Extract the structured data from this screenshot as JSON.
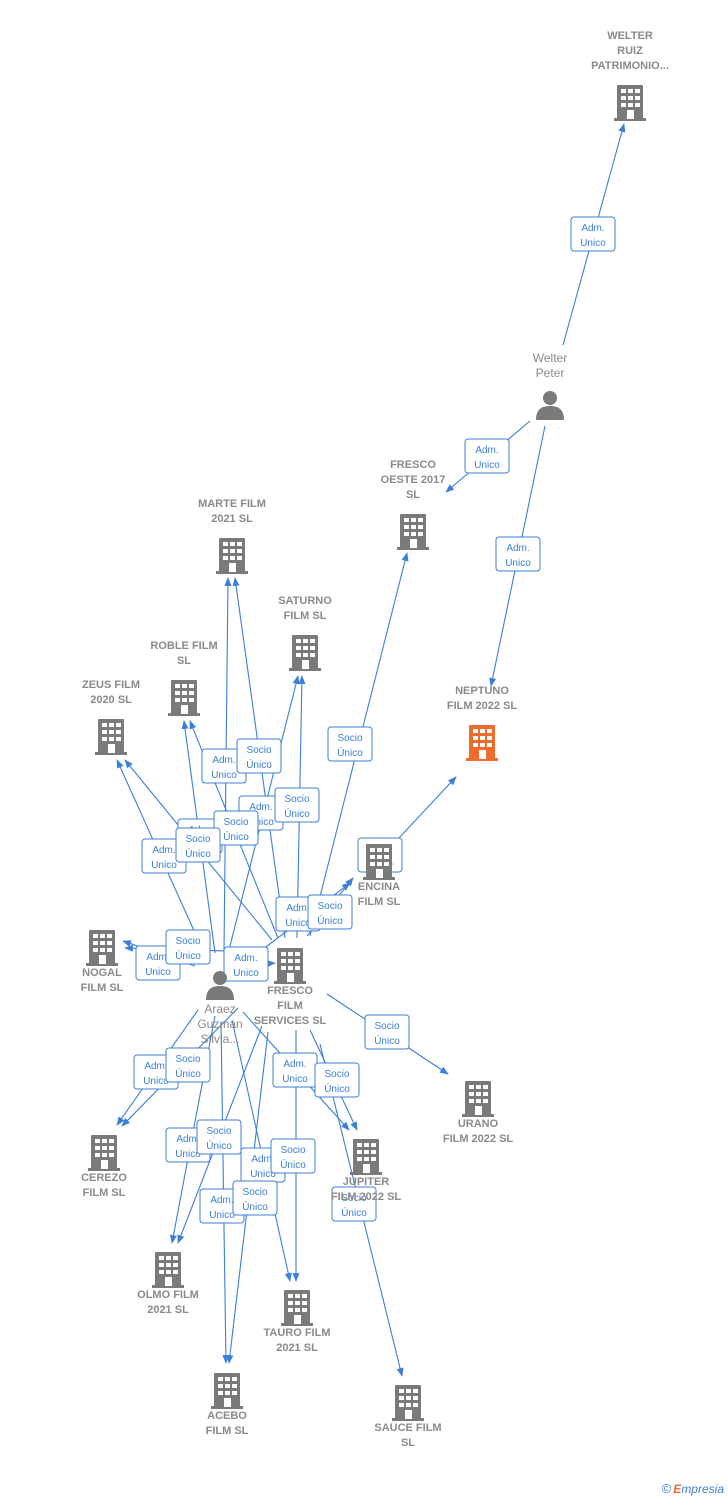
{
  "colors": {
    "edge": "#3b7fd6",
    "node": "#7a7a7a",
    "highlight": "#f06c2c"
  },
  "brand": {
    "copyright": "©",
    "name_first": "E",
    "name_rest": "mpresia"
  },
  "nodes": [
    {
      "id": "welter_ruiz",
      "type": "company",
      "lines": [
        "WELTER",
        "RUIZ",
        "PATRIMONIO..."
      ]
    },
    {
      "id": "welter_peter",
      "type": "person",
      "lines": [
        "Welter",
        "Peter"
      ]
    },
    {
      "id": "fresco_oeste",
      "type": "company",
      "lines": [
        "FRESCO",
        "OESTE 2017",
        "SL"
      ]
    },
    {
      "id": "neptuno",
      "type": "company",
      "highlight": true,
      "lines": [
        "NEPTUNO",
        "FILM 2022  SL"
      ]
    },
    {
      "id": "marte",
      "type": "company",
      "lines": [
        "MARTE FILM",
        "2021  SL"
      ]
    },
    {
      "id": "saturno",
      "type": "company",
      "lines": [
        "SATURNO",
        "FILM  SL"
      ]
    },
    {
      "id": "roble",
      "type": "company",
      "lines": [
        "ROBLE FILM",
        "SL"
      ]
    },
    {
      "id": "zeus",
      "type": "company",
      "lines": [
        "ZEUS FILM",
        "2020  SL"
      ]
    },
    {
      "id": "encina",
      "type": "company",
      "lines": [
        "ENCINA",
        "FILM  SL"
      ]
    },
    {
      "id": "nogal",
      "type": "company",
      "lines": [
        "NOGAL",
        "FILM  SL"
      ]
    },
    {
      "id": "araez",
      "type": "person",
      "lines": [
        "Araez",
        "Guzman",
        "Silvia..."
      ]
    },
    {
      "id": "fresco_services",
      "type": "company",
      "lines": [
        "FRESCO",
        "FILM",
        "SERVICES SL"
      ]
    },
    {
      "id": "urano",
      "type": "company",
      "lines": [
        "URANO",
        "FILM 2022  SL"
      ]
    },
    {
      "id": "cerezo",
      "type": "company",
      "lines": [
        "CEREZO",
        "FILM  SL"
      ]
    },
    {
      "id": "jupiter",
      "type": "company",
      "lines": [
        "JUPITER",
        "FILM 2022  SL"
      ]
    },
    {
      "id": "olmo",
      "type": "company",
      "lines": [
        "OLMO FILM",
        "2021  SL"
      ]
    },
    {
      "id": "tauro",
      "type": "company",
      "lines": [
        "TAURO FILM",
        "2021  SL"
      ]
    },
    {
      "id": "acebo",
      "type": "company",
      "lines": [
        "ACEBO",
        "FILM  SL"
      ]
    },
    {
      "id": "sauce",
      "type": "company",
      "lines": [
        "SAUCE FILM",
        "SL"
      ]
    }
  ],
  "edges": [
    {
      "from": "welter_peter",
      "to": "welter_ruiz",
      "label": [
        "Adm.",
        "Unico"
      ]
    },
    {
      "from": "welter_peter",
      "to": "fresco_oeste",
      "label": [
        "Adm.",
        "Unico"
      ]
    },
    {
      "from": "welter_peter",
      "to": "neptuno",
      "label": [
        "Adm.",
        "Unico"
      ]
    },
    {
      "from": "fresco_services",
      "to": "fresco_oeste",
      "label": [
        "Socio",
        "Único"
      ]
    },
    {
      "from": "fresco_services",
      "to": "neptuno",
      "label": [
        "Socio",
        "Único"
      ]
    },
    {
      "from": "araez",
      "to": "marte",
      "label": [
        "Adm.",
        "Unico"
      ]
    },
    {
      "from": "fresco_services",
      "to": "marte",
      "label": [
        "Socio",
        "Único"
      ]
    },
    {
      "from": "araez",
      "to": "saturno",
      "label": [
        "Adm.",
        "Unico"
      ]
    },
    {
      "from": "fresco_services",
      "to": "saturno",
      "label": [
        "Socio",
        "Único"
      ]
    },
    {
      "from": "araez",
      "to": "roble",
      "label": [
        "Adm.",
        "Unico"
      ]
    },
    {
      "from": "fresco_services",
      "to": "roble",
      "label": [
        "Socio",
        "Único"
      ]
    },
    {
      "from": "araez",
      "to": "zeus",
      "label": [
        "Adm.",
        "Unico"
      ]
    },
    {
      "from": "fresco_services",
      "to": "zeus",
      "label": [
        "Socio",
        "Único"
      ]
    },
    {
      "from": "araez",
      "to": "encina",
      "label": [
        "Adm.",
        "Unico"
      ]
    },
    {
      "from": "fresco_services",
      "to": "encina",
      "label": [
        "Socio",
        "Único"
      ]
    },
    {
      "from": "araez",
      "to": "nogal",
      "label": [
        "Adm.",
        "Unico"
      ]
    },
    {
      "from": "fresco_services",
      "to": "nogal",
      "label": [
        "Socio",
        "Único"
      ]
    },
    {
      "from": "araez",
      "to": "fresco_services",
      "label": [
        "Adm.",
        "Unico"
      ]
    },
    {
      "from": "fresco_services",
      "to": "urano",
      "label": [
        "Socio",
        "Único"
      ]
    },
    {
      "from": "araez",
      "to": "cerezo",
      "label": [
        "Adm.",
        "Unico"
      ]
    },
    {
      "from": "fresco_services",
      "to": "cerezo",
      "label": [
        "Socio",
        "Único"
      ]
    },
    {
      "from": "araez",
      "to": "jupiter",
      "label": [
        "Adm.",
        "Unico"
      ]
    },
    {
      "from": "fresco_services",
      "to": "jupiter",
      "label": [
        "Socio",
        "Único"
      ]
    },
    {
      "from": "araez",
      "to": "olmo",
      "label": [
        "Adm.",
        "Unico"
      ]
    },
    {
      "from": "fresco_services",
      "to": "olmo",
      "label": [
        "Socio",
        "Único"
      ]
    },
    {
      "from": "araez",
      "to": "tauro",
      "label": [
        "Adm.",
        "Unico"
      ]
    },
    {
      "from": "fresco_services",
      "to": "tauro",
      "label": [
        "Socio",
        "Único"
      ]
    },
    {
      "from": "araez",
      "to": "acebo",
      "label": [
        "Adm.",
        "Unico"
      ]
    },
    {
      "from": "fresco_services",
      "to": "acebo",
      "label": [
        "Socio",
        "Único"
      ]
    },
    {
      "from": "fresco_services",
      "to": "sauce",
      "label": [
        "Socio",
        "Único"
      ]
    }
  ]
}
